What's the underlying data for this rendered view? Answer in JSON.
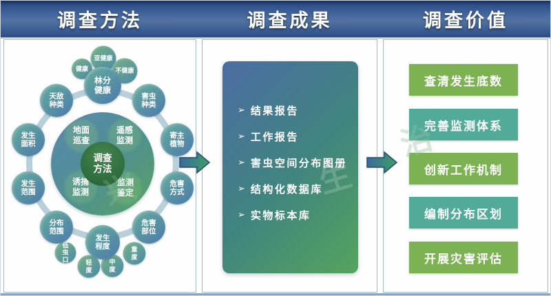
{
  "header": {
    "methods_title": "调查方法",
    "results_title": "调查成果",
    "values_title": "调查价值"
  },
  "method_wheel": {
    "center_label": "调查方法",
    "inner_methods": [
      "地面巡查",
      "遥感监测",
      "诱捕监测",
      "监测鉴定"
    ],
    "ring": [
      "林分健康",
      "害虫种类",
      "寄主植物",
      "危害方式",
      "危害部位",
      "发生程度",
      "分布范围",
      "发生范围",
      "发生面积",
      "天敌种类"
    ],
    "satellites": [
      "健康",
      "亚健康",
      "不健康",
      "低虫口",
      "轻度",
      "中度",
      "重度"
    ]
  },
  "results": {
    "bullet": "➢",
    "items": [
      "结果报告",
      "工作报告",
      "害虫空间分布图册",
      "结构化数据库",
      "实物标本库"
    ]
  },
  "values": {
    "items": [
      "查清发生底数",
      "完善监测体系",
      "创新工作机制",
      "编制分布区划",
      "开展灾害评估"
    ]
  },
  "watermark": {
    "chars": [
      "兴",
      "生",
      "治"
    ]
  },
  "colors": {
    "header_blue": "#3a5c94",
    "card_gradient_start": "#4b6da3",
    "card_gradient_end": "#55a45c",
    "value_green": "#7cb251",
    "value_teal": "#52aa98",
    "ring_track": "#b9cfda",
    "node_teal": "#63aa9c",
    "node_blue": "#4e7dab",
    "center_green": "#2d6c3c"
  }
}
